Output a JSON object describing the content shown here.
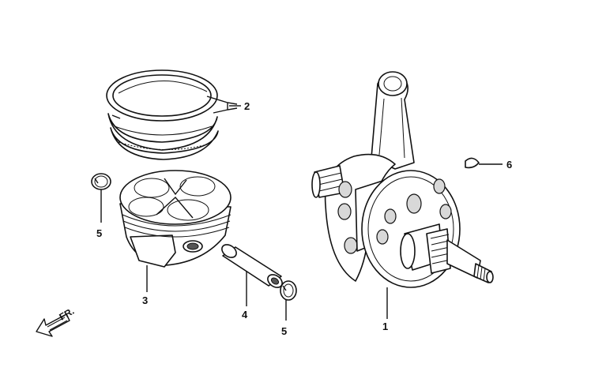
{
  "callouts": {
    "crankshaft": "1",
    "piston_rings": "2",
    "piston": "3",
    "piston_pin": "4",
    "clip_left": "5",
    "clip_right": "5",
    "key": "6"
  },
  "direction_marker": {
    "label": "FR.",
    "icon": "arrow-icon"
  }
}
